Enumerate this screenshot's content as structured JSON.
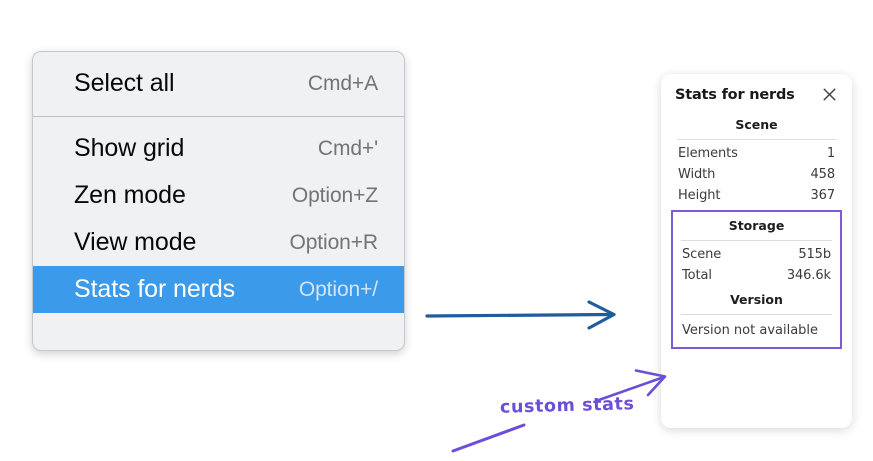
{
  "menu": {
    "groups": [
      {
        "items": [
          {
            "label": "Select all",
            "shortcut": "Cmd+A",
            "selected": false
          }
        ]
      },
      {
        "items": [
          {
            "label": "Show grid",
            "shortcut": "Cmd+'",
            "selected": false
          },
          {
            "label": "Zen mode",
            "shortcut": "Option+Z",
            "selected": false
          },
          {
            "label": "View mode",
            "shortcut": "Option+R",
            "selected": false
          },
          {
            "label": "Stats for nerds",
            "shortcut": "Option+/",
            "selected": true
          }
        ]
      }
    ],
    "highlight_color": "#3c9aeb",
    "background_color": "#f0f1f3"
  },
  "stats_panel": {
    "title": "Stats for nerds",
    "close_icon": "close-icon",
    "sections": [
      {
        "name": "scene",
        "heading": "Scene",
        "rows": [
          {
            "key": "Elements",
            "value": "1"
          },
          {
            "key": "Width",
            "value": "458"
          },
          {
            "key": "Height",
            "value": "367"
          }
        ]
      },
      {
        "name": "storage",
        "heading": "Storage",
        "rows": [
          {
            "key": "Scene",
            "value": "515b"
          },
          {
            "key": "Total",
            "value": "346.6k"
          }
        ]
      },
      {
        "name": "version",
        "heading": "Version",
        "full_row": "Version not available"
      }
    ],
    "highlight_border_color": "#7b5cd6"
  },
  "annotations": {
    "custom_stats_label": "custom stats",
    "blue_arrow_color": "#1f5c9e",
    "purple_color": "#6c4ed8"
  }
}
